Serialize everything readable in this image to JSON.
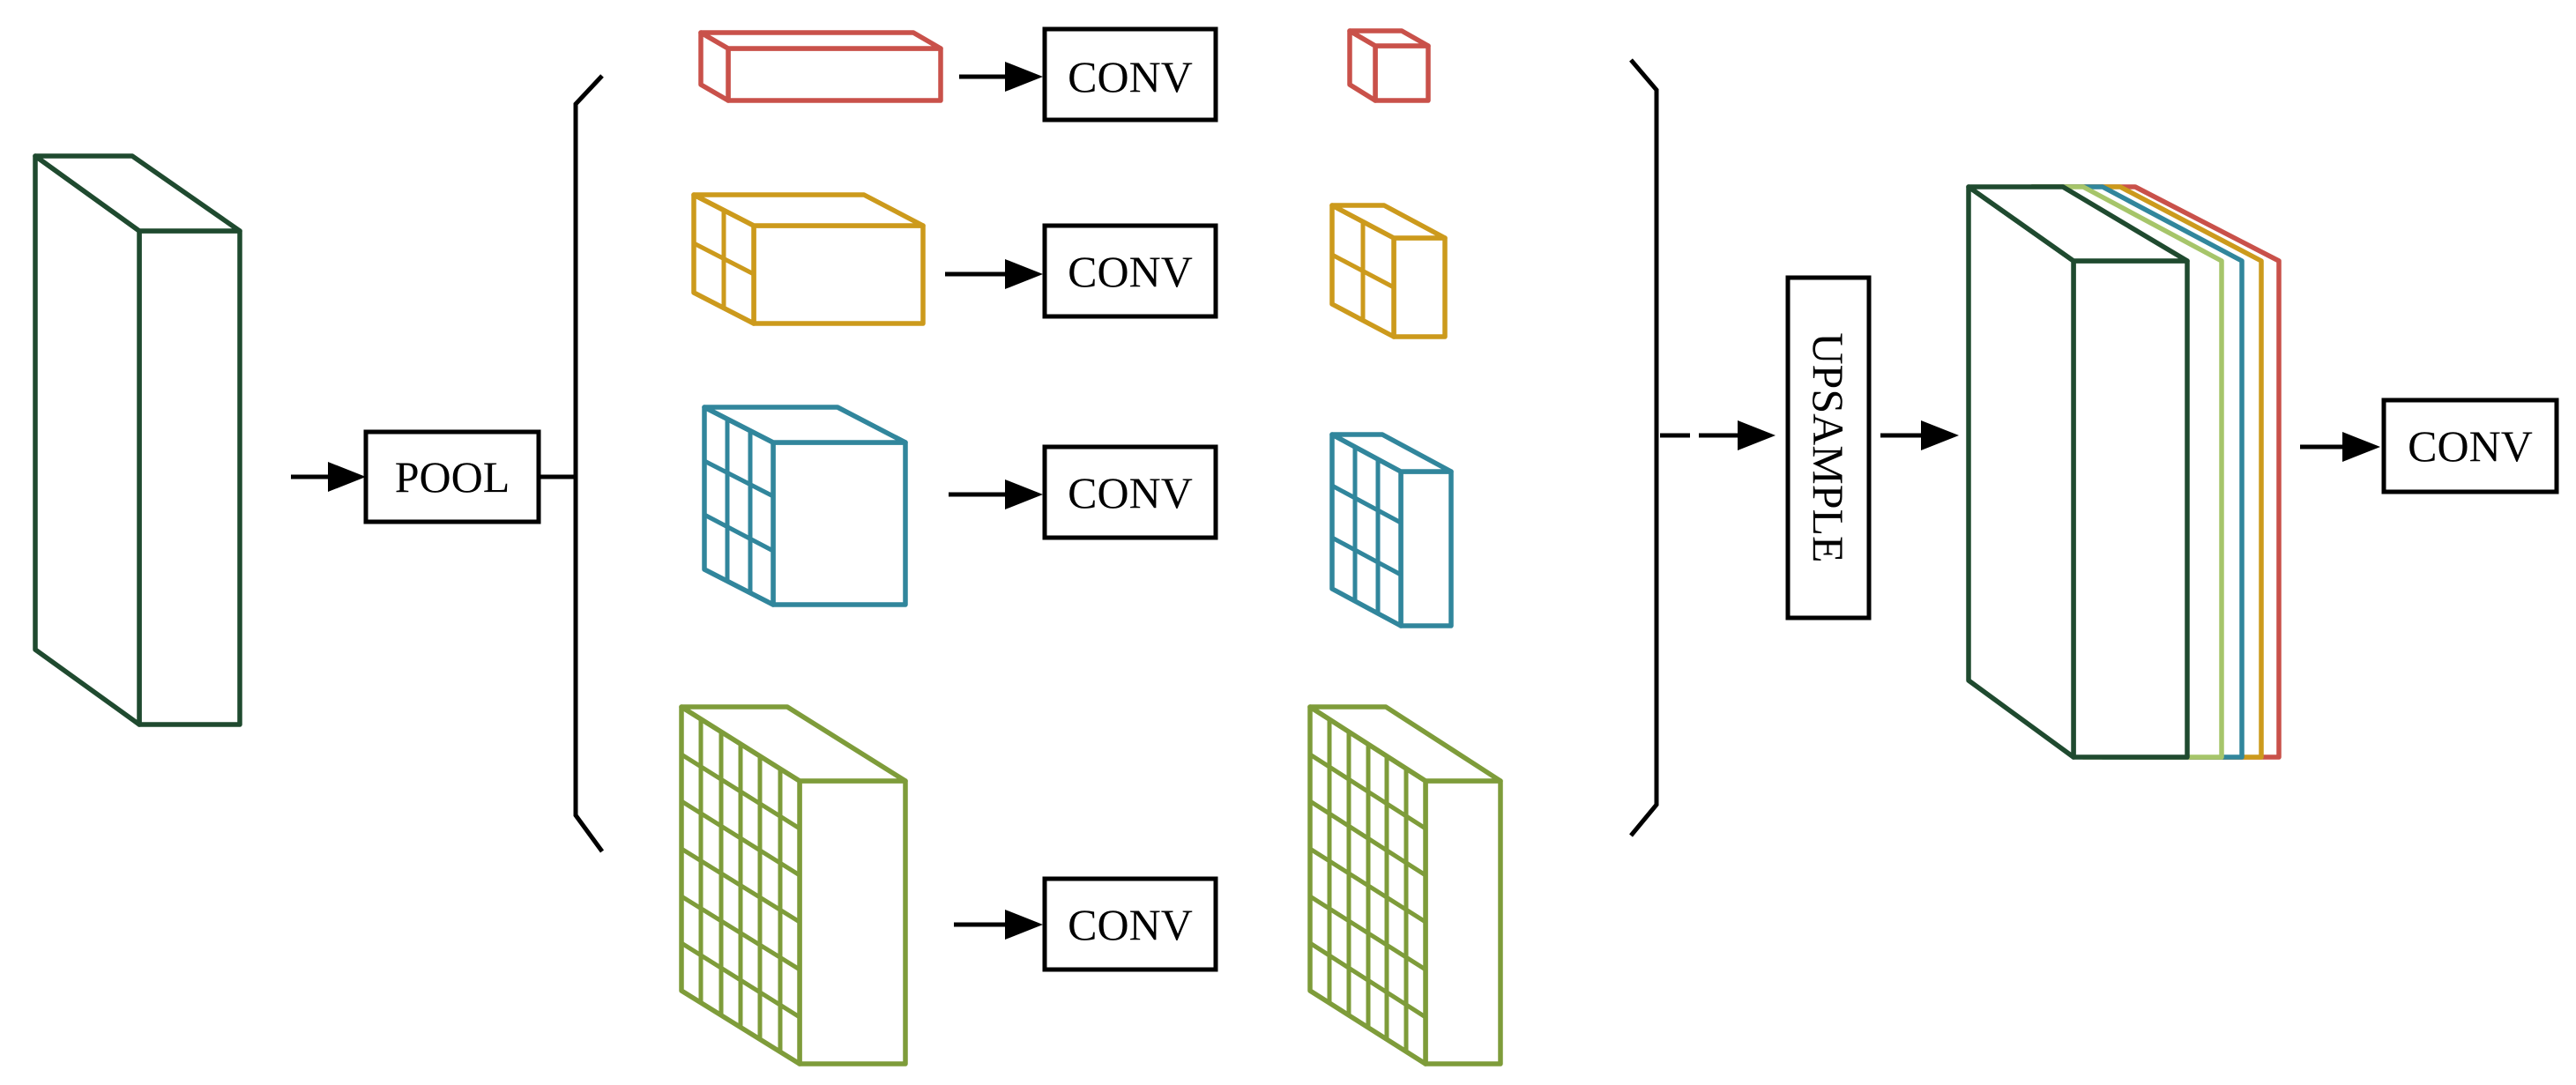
{
  "colors": {
    "dark_green": "#1f4a2f",
    "red": "#c9514a",
    "gold": "#cc9a1c",
    "teal": "#31869c",
    "olive": "#7e9c3a",
    "light_green": "#a6c56a",
    "stroke": "#000000"
  },
  "labels": {
    "pool": "POOL",
    "upsample": "UPSAMPLE",
    "conv_1": "CONV",
    "conv_2": "CONV",
    "conv_3": "CONV",
    "conv_4": "CONV",
    "conv_final": "CONV"
  },
  "branches": [
    {
      "color": "red",
      "grid_cells": 1
    },
    {
      "color": "gold",
      "grid_cells": 2
    },
    {
      "color": "teal",
      "grid_cells": 3
    },
    {
      "color": "olive",
      "grid_cells": 6
    }
  ],
  "concat_layers": [
    "dark_green",
    "light_green",
    "teal",
    "gold",
    "red"
  ]
}
